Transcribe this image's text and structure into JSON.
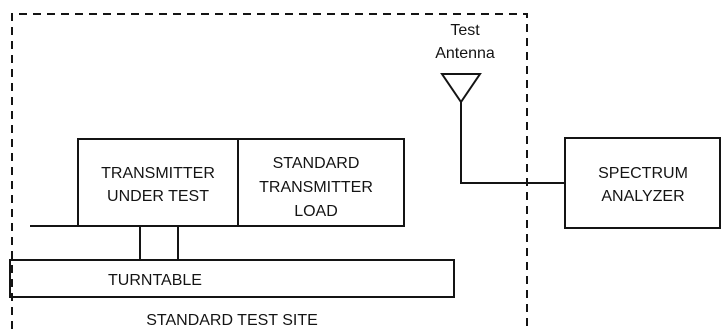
{
  "diagram": {
    "site_label": "STANDARD TEST SITE",
    "antenna_label": [
      "Test",
      "Antenna"
    ],
    "transmitter_label": [
      "TRANSMITTER",
      "UNDER TEST"
    ],
    "load_label": [
      "STANDARD",
      "TRANSMITTER",
      "LOAD"
    ],
    "turntable_label": "TURNTABLE",
    "analyzer_label": [
      "SPECTRUM",
      "ANALYZER"
    ]
  },
  "colors": {
    "line": "#141414",
    "background": "#ffffff"
  }
}
